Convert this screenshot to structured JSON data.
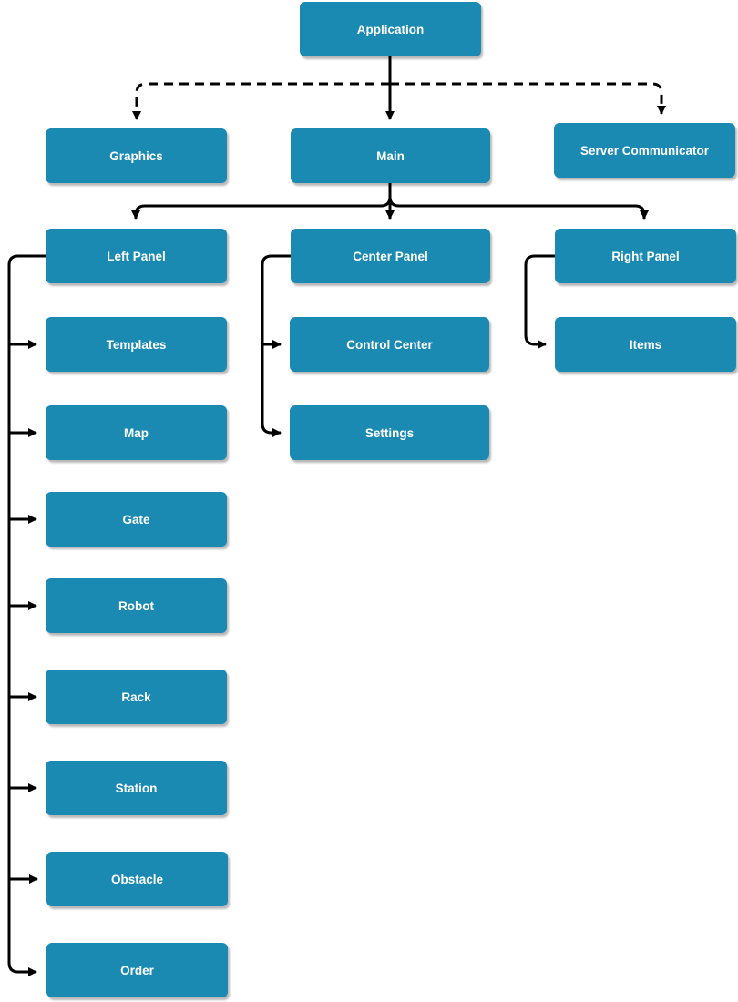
{
  "colors": {
    "node_fill": "#1a8ab3",
    "node_text": "#ffffff",
    "connector": "#000000",
    "background": "#ffffff"
  },
  "nodes": {
    "application": "Application",
    "graphics": "Graphics",
    "main": "Main",
    "server_communicator": "Server Communicator",
    "left_panel": "Left Panel",
    "center_panel": "Center Panel",
    "right_panel": "Right Panel",
    "templates": "Templates",
    "map": "Map",
    "gate": "Gate",
    "robot": "Robot",
    "rack": "Rack",
    "station": "Station",
    "obstacle": "Obstacle",
    "order": "Order",
    "control_center": "Control Center",
    "settings": "Settings",
    "items": "Items"
  },
  "edges": [
    {
      "from": "application",
      "to": "main",
      "style": "solid"
    },
    {
      "from": "application",
      "to": "graphics",
      "style": "dashed"
    },
    {
      "from": "application",
      "to": "server_communicator",
      "style": "dashed"
    },
    {
      "from": "main",
      "to": "left_panel",
      "style": "solid"
    },
    {
      "from": "main",
      "to": "center_panel",
      "style": "solid"
    },
    {
      "from": "main",
      "to": "right_panel",
      "style": "solid"
    },
    {
      "from": "left_panel",
      "to": "templates",
      "style": "solid"
    },
    {
      "from": "left_panel",
      "to": "map",
      "style": "solid"
    },
    {
      "from": "left_panel",
      "to": "gate",
      "style": "solid"
    },
    {
      "from": "left_panel",
      "to": "robot",
      "style": "solid"
    },
    {
      "from": "left_panel",
      "to": "rack",
      "style": "solid"
    },
    {
      "from": "left_panel",
      "to": "station",
      "style": "solid"
    },
    {
      "from": "left_panel",
      "to": "obstacle",
      "style": "solid"
    },
    {
      "from": "left_panel",
      "to": "order",
      "style": "solid"
    },
    {
      "from": "center_panel",
      "to": "control_center",
      "style": "solid"
    },
    {
      "from": "center_panel",
      "to": "settings",
      "style": "solid"
    },
    {
      "from": "right_panel",
      "to": "items",
      "style": "solid"
    }
  ]
}
